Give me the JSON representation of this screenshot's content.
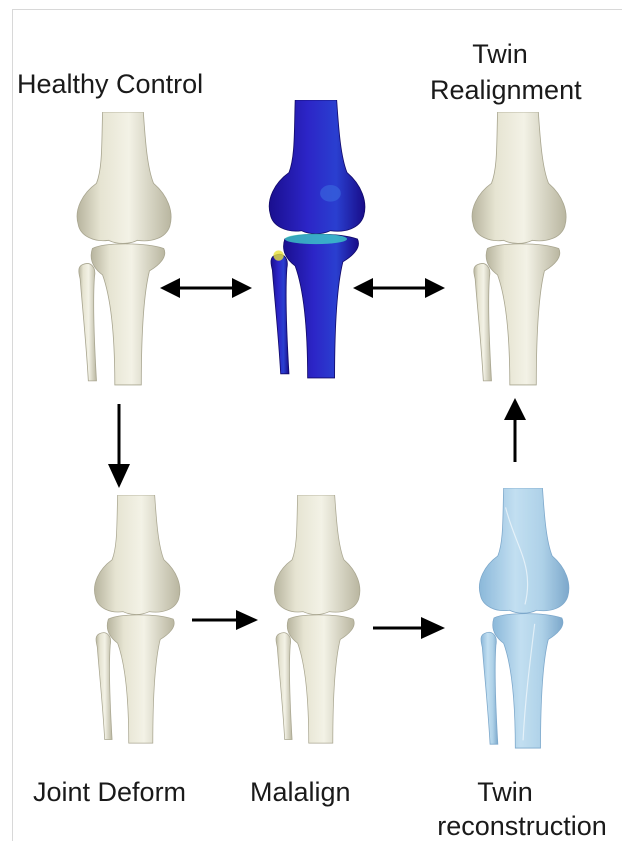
{
  "labels": {
    "healthy_control": "Healthy Control",
    "twin_realignment_line1": "Twin",
    "twin_realignment_line2": "Realignment",
    "joint_deform": "Joint Deform",
    "malalign": "Malalign",
    "twin_reconstruction_line1": "Twin",
    "twin_reconstruction_line2": "reconstruction"
  },
  "panels": [
    {
      "id": "healthy-control",
      "style": "bone-ivory"
    },
    {
      "id": "heatmap-comparison",
      "style": "heatmap-blue"
    },
    {
      "id": "twin-realignment",
      "style": "bone-ivory"
    },
    {
      "id": "joint-deform",
      "style": "bone-ivory"
    },
    {
      "id": "malalign",
      "style": "bone-ivory"
    },
    {
      "id": "twin-reconstruction",
      "style": "translucent-blue"
    }
  ],
  "arrows": [
    {
      "from": "healthy-control",
      "to": "heatmap-comparison",
      "type": "double"
    },
    {
      "from": "heatmap-comparison",
      "to": "twin-realignment",
      "type": "double"
    },
    {
      "from": "healthy-control",
      "to": "joint-deform",
      "type": "single-down"
    },
    {
      "from": "joint-deform",
      "to": "malalign",
      "type": "single-right"
    },
    {
      "from": "malalign",
      "to": "twin-reconstruction",
      "type": "single-right"
    },
    {
      "from": "twin-reconstruction",
      "to": "twin-realignment",
      "type": "single-up"
    }
  ],
  "colors": {
    "bone": "#e6e4d2",
    "bone_shadow": "#b9b6a0",
    "heatmap_base": "#2a1fb5",
    "heatmap_highlight": "#3fd6c8",
    "translucent": "#a9cfe8",
    "arrow": "#000000"
  }
}
